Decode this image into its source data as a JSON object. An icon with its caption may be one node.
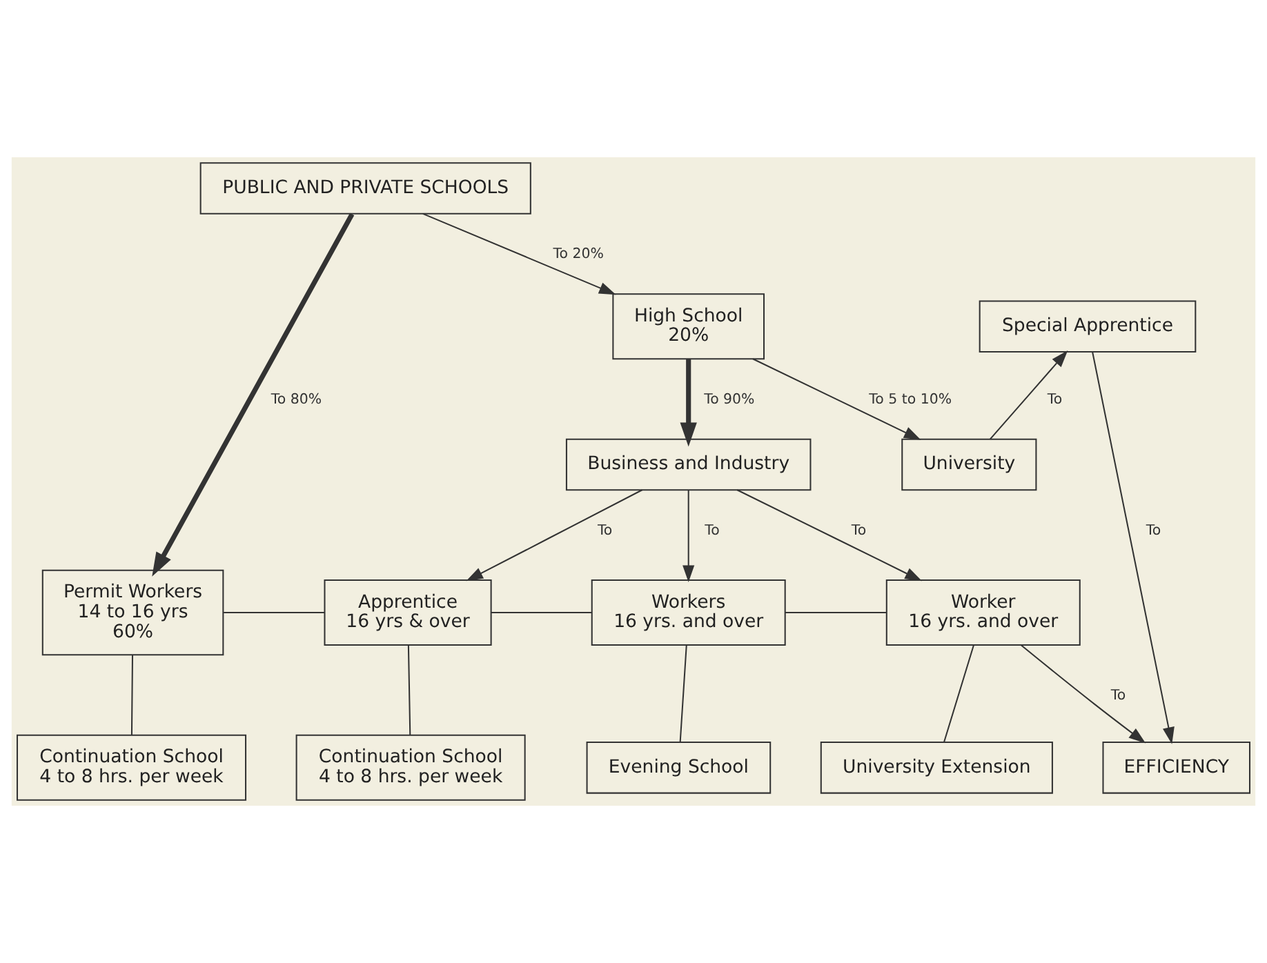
{
  "diagram": {
    "nodes": [
      {
        "text": [
          "PUBLIC AND PRIVATE SCHOOLS"
        ]
      },
      {
        "text": [
          "High School",
          "20%"
        ]
      },
      {
        "text": [
          "University"
        ]
      },
      {
        "text": [
          "Business and Industry"
        ]
      },
      {
        "text": [
          "Special Apprentice"
        ]
      },
      {
        "text": [
          "EFFICIENCY"
        ]
      },
      {
        "text": [
          "Permit Workers",
          "14 to 16 yrs",
          "60%"
        ]
      },
      {
        "text": [
          "Apprentice",
          "16 yrs & over"
        ]
      },
      {
        "text": [
          "Workers",
          "16 yrs. and over"
        ]
      },
      {
        "text": [
          "Worker",
          "16 yrs. and over"
        ]
      },
      {
        "text": [
          "Continuation School",
          "4 to 8 hrs. per week"
        ]
      },
      {
        "text": [
          "Continuation School",
          "4 to 8 hrs. per week"
        ]
      },
      {
        "text": [
          "Evening School"
        ]
      },
      {
        "text": [
          "University Extension"
        ]
      }
    ],
    "edges": [
      {
        "from": 0,
        "to": 1,
        "arrow": "to",
        "label": "To 20%"
      },
      {
        "from": 0,
        "to": 6,
        "arrow": "to",
        "label": "To 80%",
        "style": "thick"
      },
      {
        "from": 1,
        "to": 2,
        "arrow": "to",
        "label": "To 5 to 10%"
      },
      {
        "from": 1,
        "to": 3,
        "arrow": "to",
        "label": "To 90%",
        "style": "thick"
      },
      {
        "from": 2,
        "to": 4,
        "arrow": "to",
        "label": "To"
      },
      {
        "from": 4,
        "to": 5,
        "arrow": "to",
        "label": "To"
      },
      {
        "from": 3,
        "to": 7,
        "arrow": "to",
        "label": "To"
      },
      {
        "from": 3,
        "to": 8,
        "arrow": "to",
        "label": "To"
      },
      {
        "from": 3,
        "to": 9,
        "arrow": "to",
        "label": "To"
      },
      {
        "from": 9,
        "to": 5,
        "arrow": "to",
        "label": "To"
      },
      {
        "from": 6,
        "to": 7,
        "arrow": "none"
      },
      {
        "from": 7,
        "to": 8,
        "arrow": "none"
      },
      {
        "from": 8,
        "to": 9,
        "arrow": "none"
      },
      {
        "from": 6,
        "to": 10,
        "arrow": "none"
      },
      {
        "from": 7,
        "to": 11,
        "arrow": "none"
      },
      {
        "from": 8,
        "to": 12,
        "arrow": "none"
      },
      {
        "from": 9,
        "to": 13,
        "arrow": "none"
      }
    ]
  }
}
